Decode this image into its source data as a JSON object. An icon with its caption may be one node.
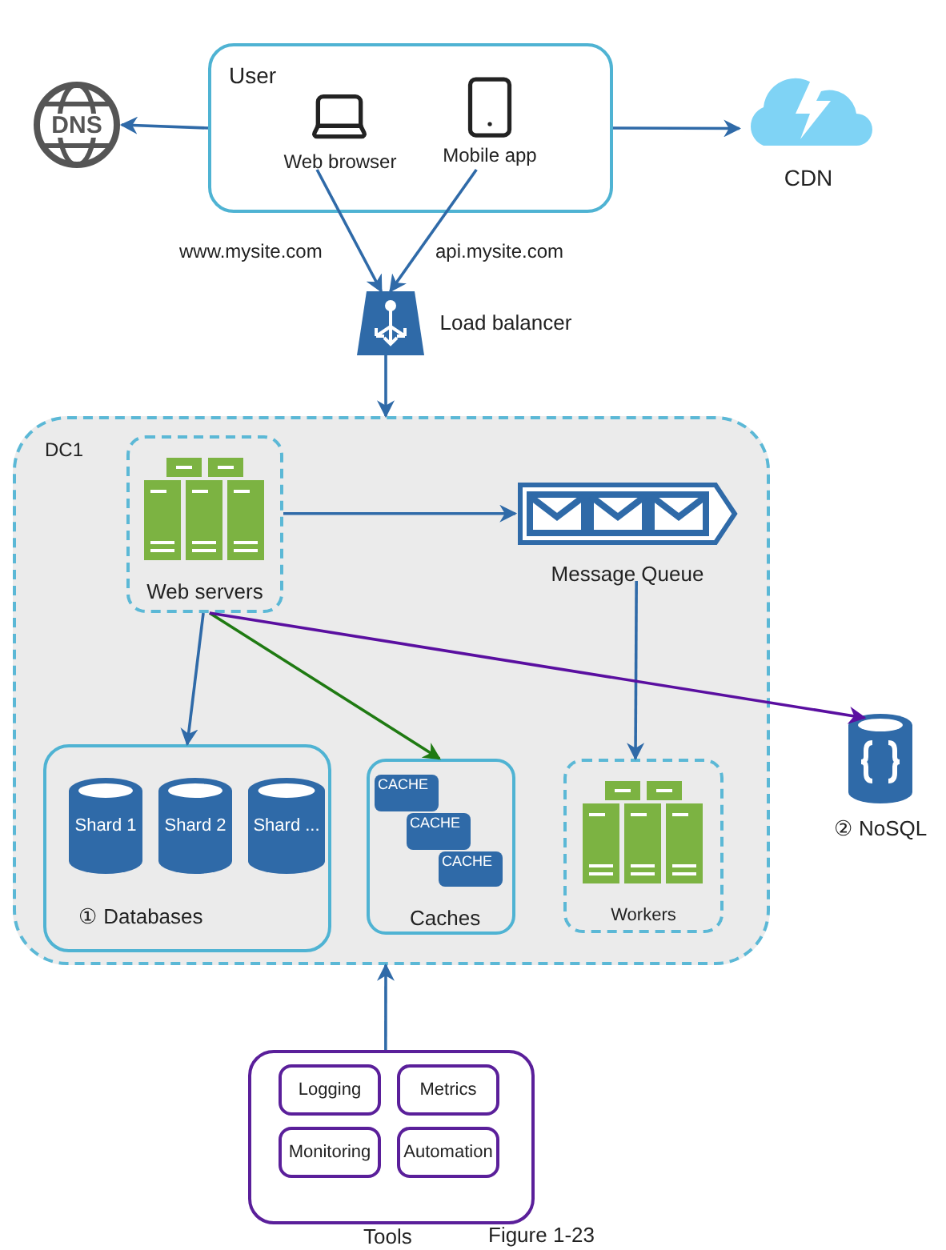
{
  "diagram": {
    "caption": "Figure 1-23",
    "nodes": [
      {
        "text": [
          "User"
        ]
      },
      {
        "text": [
          "Web browser"
        ],
        "in": 0
      },
      {
        "text": [
          "Mobile app"
        ],
        "in": 0
      },
      {
        "text": [
          "DNS"
        ]
      },
      {
        "text": [
          "CDN"
        ]
      },
      {
        "text": [
          "Load balancer"
        ]
      },
      {
        "text": [
          "DC1"
        ]
      },
      {
        "text": [
          "Web servers"
        ],
        "in": 6
      },
      {
        "text": [
          "Message Queue"
        ],
        "in": 6
      },
      {
        "text": [
          "① Databases"
        ],
        "in": 6
      },
      {
        "text": [
          "Shard 1"
        ],
        "in": 9
      },
      {
        "text": [
          "Shard 2"
        ],
        "in": 9
      },
      {
        "text": [
          "Shard ..."
        ],
        "in": 9
      },
      {
        "text": [
          "Caches"
        ],
        "in": 6
      },
      {
        "text": [
          "CACHE"
        ],
        "in": 13
      },
      {
        "text": [
          "CACHE"
        ],
        "in": 13
      },
      {
        "text": [
          "CACHE"
        ],
        "in": 13
      },
      {
        "text": [
          "Workers"
        ],
        "in": 6
      },
      {
        "text": [
          "② NoSQL"
        ]
      },
      {
        "text": [
          "Tools"
        ]
      },
      {
        "text": [
          "Logging"
        ],
        "in": 19
      },
      {
        "text": [
          "Metrics"
        ],
        "in": 19
      },
      {
        "text": [
          "Monitoring"
        ],
        "in": 19
      },
      {
        "text": [
          "Automation"
        ],
        "in": 19
      }
    ],
    "edges": [
      {
        "from": 0,
        "to": 3,
        "arrow": "to"
      },
      {
        "from": 0,
        "to": 4,
        "arrow": "to"
      },
      {
        "from": 1,
        "to": 5,
        "arrow": "to",
        "label": "www.mysite.com"
      },
      {
        "from": 2,
        "to": 5,
        "arrow": "to",
        "label": "api.mysite.com"
      },
      {
        "from": 5,
        "to": 6,
        "arrow": "to"
      },
      {
        "from": 7,
        "to": 8,
        "arrow": "to"
      },
      {
        "from": 8,
        "to": 17,
        "arrow": "to"
      },
      {
        "from": 7,
        "to": 9,
        "arrow": "to"
      },
      {
        "from": 7,
        "to": 13,
        "arrow": "to",
        "color": "#1f7a12"
      },
      {
        "from": 7,
        "to": 18,
        "arrow": "to",
        "color": "#5a0fa0"
      },
      {
        "from": 19,
        "to": 6,
        "arrow": "to"
      }
    ]
  }
}
